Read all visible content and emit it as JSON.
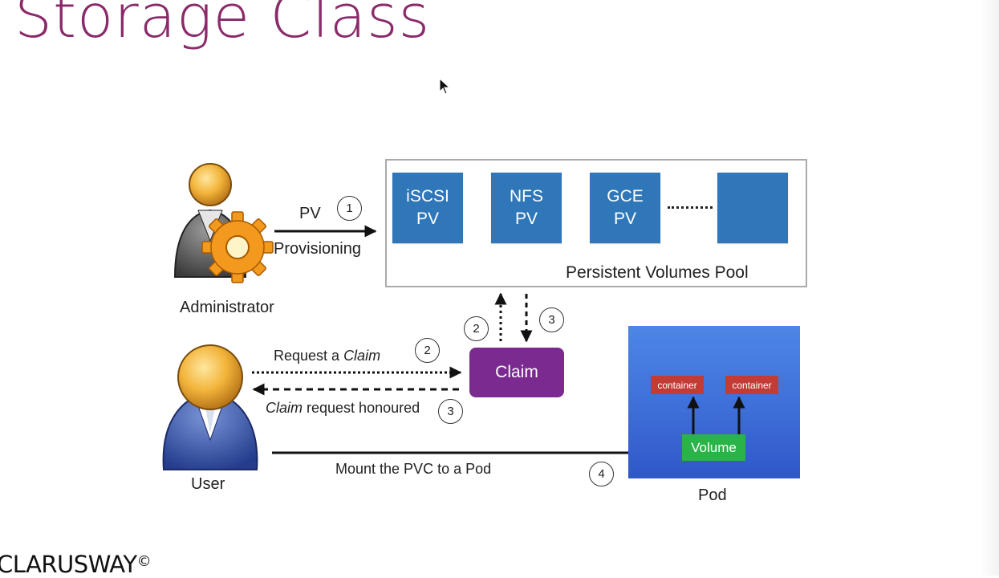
{
  "title": "Storage Class",
  "brand": {
    "name": "CLARUSWAY",
    "symbol": "©"
  },
  "pool": {
    "label": "Persistent Volumes Pool",
    "volumes": [
      {
        "line1": "iSCSI",
        "line2": "PV"
      },
      {
        "line1": "NFS",
        "line2": "PV"
      },
      {
        "line1": "GCE",
        "line2": "PV"
      },
      {
        "line1": "",
        "line2": ""
      }
    ]
  },
  "actors": {
    "administrator": "Administrator",
    "user": "User"
  },
  "arrows": {
    "pv": "PV",
    "provisioning": "Provisioning",
    "request_prefix": "Request a ",
    "request_claim": "Claim",
    "honoured_claim": "Claim",
    "honoured_suffix": " request honoured",
    "mount": "Mount the PVC to a Pod"
  },
  "claim": {
    "label": "Claim"
  },
  "pod": {
    "label": "Pod",
    "containers": [
      "container",
      "container"
    ],
    "volume": "Volume"
  },
  "steps": [
    "1",
    "2",
    "2",
    "3",
    "3",
    "4"
  ],
  "colors": {
    "title": "#8a2a6a",
    "pv": "#2f77b8",
    "claim": "#7b2a8f",
    "pod": "#3e6ed8",
    "container": "#c23b34",
    "volume": "#2ab348"
  }
}
